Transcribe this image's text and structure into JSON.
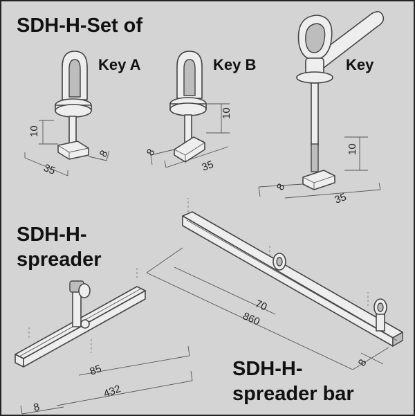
{
  "headings": {
    "set_title": "SDH-H-Set of",
    "key_a": "Key A",
    "key_b": "Key B",
    "key": "Key",
    "spreader_line1": "SDH-H-",
    "spreader_line2": "spreader",
    "spreader_bar_line1": "SDH-H-",
    "spreader_bar_line2": "spreader bar"
  },
  "dimensions": {
    "key_a": {
      "height": "10",
      "width": "35",
      "depth": "8"
    },
    "key_b": {
      "height": "10",
      "depth": "8",
      "width": "35"
    },
    "key": {
      "height": "10",
      "depth": "8",
      "width": "35"
    },
    "spreader": {
      "inner": "85",
      "length": "432",
      "end": "8"
    },
    "spreader_bar": {
      "inner": "70",
      "length": "860",
      "end": "8"
    }
  },
  "colors": {
    "background": "#d4d4d4",
    "part_fill": "#eeeeee",
    "line": "#444444",
    "text": "#111111"
  }
}
